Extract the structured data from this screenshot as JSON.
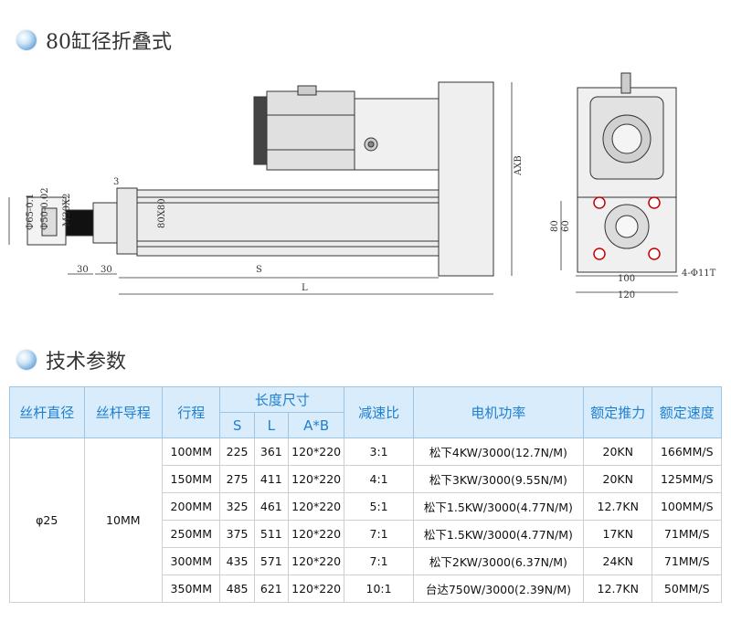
{
  "section1": {
    "title": "80缸径折叠式"
  },
  "section2": {
    "title": "技术参数"
  },
  "drawing": {
    "labels": {
      "d65": "Φ65-0.1",
      "d50": "Φ50-0.02",
      "thread": "M30X2",
      "sq": "80X80",
      "three": "3",
      "dim30a": "30",
      "dim30b": "30",
      "S": "S",
      "L": "L",
      "AXB": "AXB",
      "h80": "80",
      "h60": "60",
      "w100": "100",
      "w120": "120",
      "holes": "4-Φ11T"
    }
  },
  "table": {
    "headers": {
      "screw_diameter": "丝杆直径",
      "screw_lead": "丝杆导程",
      "stroke": "行程",
      "dimensions": "长度尺寸",
      "S": "S",
      "L": "L",
      "AB": "A*B",
      "ratio": "减速比",
      "motor": "电机功率",
      "thrust": "额定推力",
      "speed": "额定速度"
    },
    "diameter": "φ25",
    "lead": "10MM",
    "rows": [
      {
        "stroke": "100MM",
        "S": "225",
        "L": "361",
        "AB": "120*220",
        "ratio": "3:1",
        "motor": "松下4KW/3000(12.7N/M)",
        "thrust": "20KN",
        "speed": "166MM/S"
      },
      {
        "stroke": "150MM",
        "S": "275",
        "L": "411",
        "AB": "120*220",
        "ratio": "4:1",
        "motor": "松下3KW/3000(9.55N/M)",
        "thrust": "20KN",
        "speed": "125MM/S"
      },
      {
        "stroke": "200MM",
        "S": "325",
        "L": "461",
        "AB": "120*220",
        "ratio": "5:1",
        "motor": "松下1.5KW/3000(4.77N/M)",
        "thrust": "12.7KN",
        "speed": "100MM/S"
      },
      {
        "stroke": "250MM",
        "S": "375",
        "L": "511",
        "AB": "120*220",
        "ratio": "7:1",
        "motor": "松下1.5KW/3000(4.77N/M)",
        "thrust": "17KN",
        "speed": "71MM/S"
      },
      {
        "stroke": "300MM",
        "S": "435",
        "L": "571",
        "AB": "120*220",
        "ratio": "7:1",
        "motor": "松下2KW/3000(6.37N/M)",
        "thrust": "24KN",
        "speed": "71MM/S"
      },
      {
        "stroke": "350MM",
        "S": "485",
        "L": "621",
        "AB": "120*220",
        "ratio": "10:1",
        "motor": "台达750W/3000(2.39N/M)",
        "thrust": "12.7KN",
        "speed": "50MM/S"
      }
    ]
  }
}
